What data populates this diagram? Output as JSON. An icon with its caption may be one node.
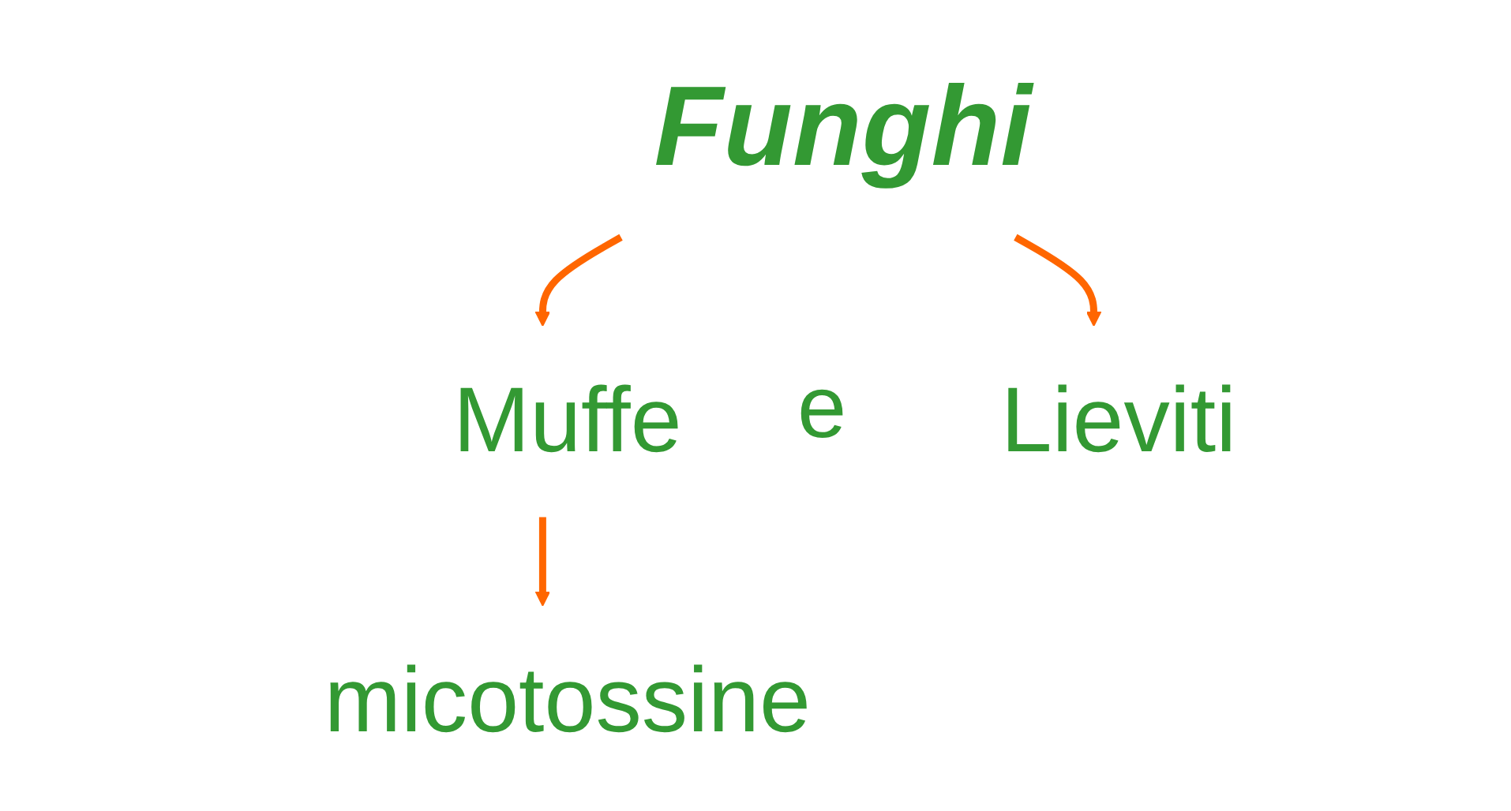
{
  "diagram": {
    "nodes": [
      {
        "text": [
          "Funghi"
        ]
      },
      {
        "text": [
          "Muffe"
        ]
      },
      {
        "text": [
          "Lieviti"
        ]
      },
      {
        "text": [
          "micotossine"
        ]
      }
    ],
    "edges": [
      {
        "from": 0,
        "to": 1,
        "arrow": "to"
      },
      {
        "from": 0,
        "to": 2,
        "arrow": "to"
      },
      {
        "from": 1,
        "to": 3,
        "arrow": "to"
      }
    ],
    "labels": [
      "e"
    ]
  }
}
